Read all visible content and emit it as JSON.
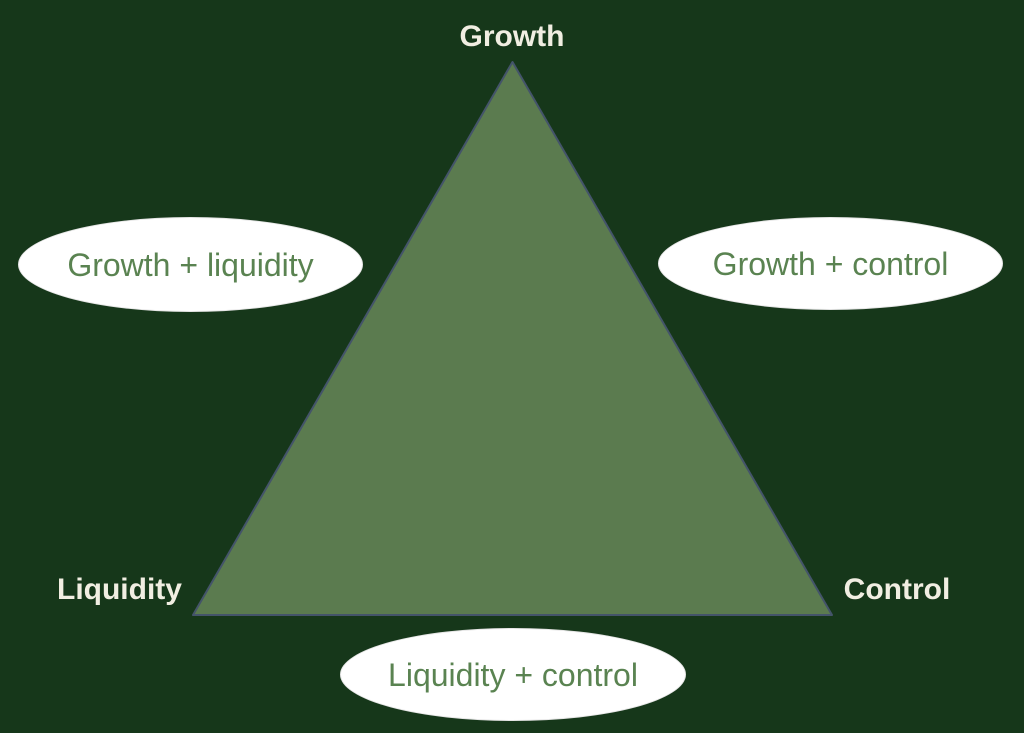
{
  "colors": {
    "background": "#16371a",
    "triangle_fill": "#5b7b4f",
    "triangle_stroke": "#44546a",
    "bubble_fill": "#ffffff",
    "bubble_text": "#5a8351",
    "vertex_label_text": "#f1eee2"
  },
  "diagram": {
    "type": "triangle-tradeoff",
    "vertices": [
      {
        "id": "growth",
        "label": "Growth",
        "position": "top"
      },
      {
        "id": "liquidity",
        "label": "Liquidity",
        "position": "bottom-left"
      },
      {
        "id": "control",
        "label": "Control",
        "position": "bottom-right"
      }
    ],
    "edges": [
      {
        "id": "growth-liquidity",
        "label": "Growth + liquidity",
        "position": "left"
      },
      {
        "id": "growth-control",
        "label": "Growth + control",
        "position": "right"
      },
      {
        "id": "liquidity-control",
        "label": "Liquidity + control",
        "position": "bottom"
      }
    ]
  }
}
